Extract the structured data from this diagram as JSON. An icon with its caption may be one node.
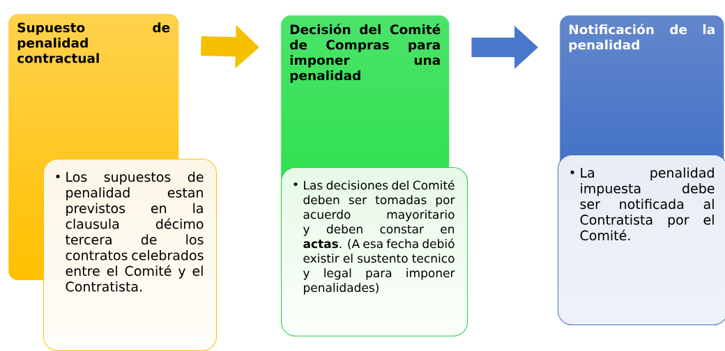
{
  "diagram": {
    "nodes": [
      {
        "text": [
          "Supuesto de penalidad contractual"
        ]
      },
      {
        "text": [
          "Los supuestos de penalidad estan previstos en la clausula décimo tercera de los contratos celebrados entre el Comité  y el Contratista."
        ]
      },
      {
        "text": [
          "Decisión del Comité de Compras para imponer una penalidad"
        ]
      },
      {
        "text": [
          "Las decisiones del Comité deben ser tomadas por acuerdo mayoritario y deben constar en **actas**. (A esa fecha debió existir el sustento tecnico y legal para imponer penalidades)"
        ]
      },
      {
        "text": [
          "Notificación de la penalidad"
        ]
      },
      {
        "text": [
          "La penalidad impuesta debe ser notificada al Contratista por el Comité."
        ]
      }
    ],
    "edges": [
      {
        "from": 0,
        "to": 2,
        "arrow": "to",
        "color": "#f5c000"
      },
      {
        "from": 2,
        "to": 4,
        "arrow": "to",
        "color": "#4a78cc"
      }
    ]
  }
}
